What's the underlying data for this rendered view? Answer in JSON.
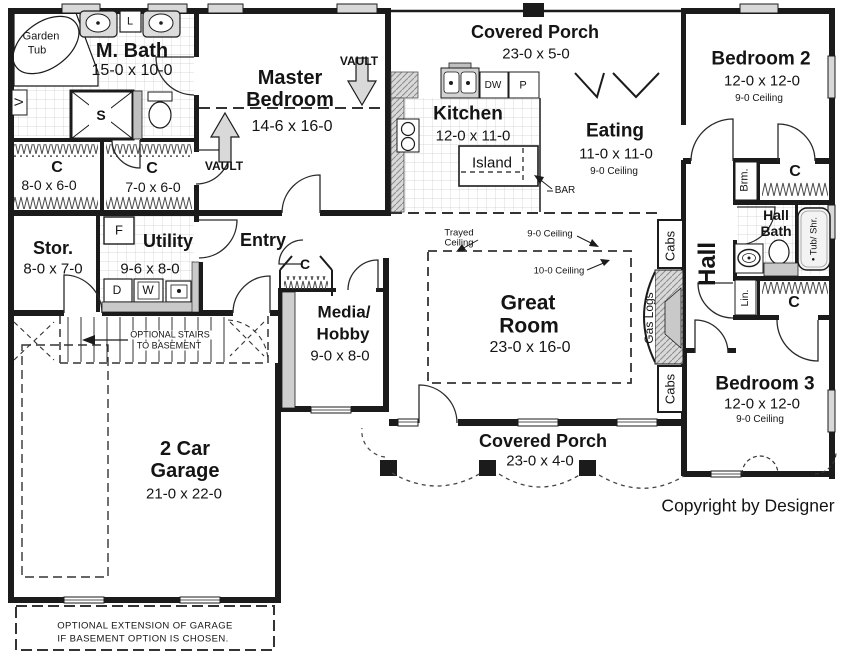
{
  "colors": {
    "ink": "#1b1b1b",
    "fixture_gray": "#c9c9c9",
    "tile_line": "#c8c8c8",
    "arrow_fill": "#d9d9d9",
    "background": "#ffffff"
  },
  "plan": {
    "master_suite": {
      "garden_tub": {
        "line1": "Garden",
        "line2": "Tub"
      },
      "m_bath": {
        "name": "M. Bath",
        "dims": "15-0 x 10-0",
        "linen": "L",
        "shower": "S",
        "wall_marker": "V"
      },
      "closet_1": {
        "name": "C",
        "dims": "8-0 x 6-0"
      },
      "closet_2": {
        "name": "C",
        "dims": "7-0 x 6-0"
      },
      "master_bedroom": {
        "name_line1": "Master",
        "name_line2": "Bedroom",
        "dims": "14-6 x 16-0",
        "vault_top": "VAULT",
        "vault_bottom": "VAULT"
      }
    },
    "porch_top": {
      "name": "Covered Porch",
      "dims": "23-0 x 5-0"
    },
    "kitchen": {
      "name": "Kitchen",
      "dims": "12-0 x 11-0",
      "island": "Island",
      "bar": "BAR",
      "dishwasher": "DW",
      "pantry": "P"
    },
    "eating": {
      "name": "Eating",
      "dims": "11-0 x 11-0",
      "ceiling": "9-0 Ceiling"
    },
    "bedroom_2": {
      "name": "Bedroom 2",
      "dims": "12-0 x 12-0",
      "ceiling": "9-0 Ceiling",
      "broom": "Brm.",
      "closet": "C"
    },
    "hall": {
      "name": "Hall"
    },
    "hall_bath": {
      "name_line1": "Hall",
      "name_line2": "Bath",
      "tub": "• Tub/ Shr.",
      "linen": "Lin.",
      "closet": "C"
    },
    "bedroom_3": {
      "name": "Bedroom 3",
      "dims": "12-0 x 12-0",
      "ceiling": "9-0 Ceiling"
    },
    "great_room": {
      "name_line1": "Great",
      "name_line2": "Room",
      "dims": "23-0 x 16-0",
      "trayed_line1": "Trayed",
      "trayed_line2": "Ceiling",
      "ceiling_9": "9-0 Ceiling",
      "ceiling_10": "10-0 Ceiling",
      "cabs_top": "Cabs",
      "gas_logs": "Gas Logs",
      "cabs_bottom": "Cabs"
    },
    "porch_bottom": {
      "name": "Covered Porch",
      "dims": "23-0 x 4-0"
    },
    "storage": {
      "name": "Stor.",
      "dims": "8-0 x 7-0"
    },
    "utility": {
      "name": "Utility",
      "dims": "9-6 x 8-0",
      "freezer": "F",
      "dryer": "D",
      "washer": "W"
    },
    "entry": {
      "name": "Entry",
      "closet": "C"
    },
    "media": {
      "name_line1": "Media/",
      "name_line2": "Hobby",
      "dims": "9-0 x 8-0"
    },
    "stairs": {
      "line1": "OPTIONAL STAIRS",
      "line2": "TO BASEMENT"
    },
    "garage": {
      "name_line1": "2 Car",
      "name_line2": "Garage",
      "dims": "21-0 x 22-0",
      "option_line1": "OPTIONAL EXTENSION OF GARAGE",
      "option_line2": "IF BASEMENT OPTION IS CHOSEN."
    },
    "copyright": "Copyright by Designer"
  }
}
